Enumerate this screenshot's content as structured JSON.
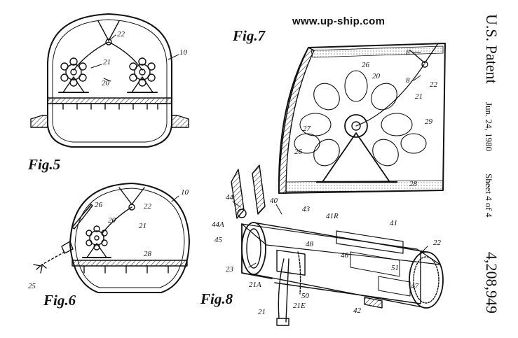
{
  "watermark": "www.up-ship.com",
  "header": {
    "patent_office": "U.S. Patent",
    "date": "Jun. 24, 1980",
    "sheet": "Sheet 4 of 4",
    "number": "4,208,949"
  },
  "figures": {
    "fig5": {
      "title": "Fig.5",
      "refs": [
        "22",
        "10",
        "21",
        "20"
      ]
    },
    "fig6": {
      "title": "Fig.6",
      "refs": [
        "10",
        "26",
        "20",
        "22",
        "21",
        "28",
        "25"
      ]
    },
    "fig7": {
      "title": "Fig.7",
      "refs": [
        "8",
        "8",
        "20",
        "26",
        "22",
        "21",
        "27",
        "29",
        "26",
        "28"
      ]
    },
    "fig8": {
      "title": "Fig.8",
      "refs": [
        "44",
        "40",
        "43",
        "41R",
        "41",
        "44A",
        "45",
        "48",
        "22",
        "46",
        "51",
        "23",
        "47",
        "21A",
        "50",
        "21E",
        "21",
        "42"
      ]
    }
  }
}
